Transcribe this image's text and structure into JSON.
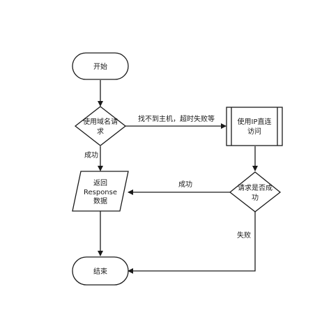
{
  "diagram": {
    "nodes": {
      "start": {
        "text": "开始"
      },
      "use_domain_1": {
        "text": "使用域名请"
      },
      "use_domain_2": {
        "text": "求"
      },
      "return_1": {
        "text": "返回"
      },
      "return_2": {
        "text": "Response"
      },
      "return_3": {
        "text": "数据"
      },
      "end": {
        "text": "结束"
      },
      "direct_ip_1": {
        "text": "使用IP直连"
      },
      "direct_ip_2": {
        "text": "访问"
      },
      "req_success_1": {
        "text": "请求是否成"
      },
      "req_success_2": {
        "text": "功"
      }
    },
    "edges": {
      "not_found": "找不到主机，超时失败等",
      "success_left": "成功",
      "success_right": "成功",
      "fail": "失败"
    }
  }
}
